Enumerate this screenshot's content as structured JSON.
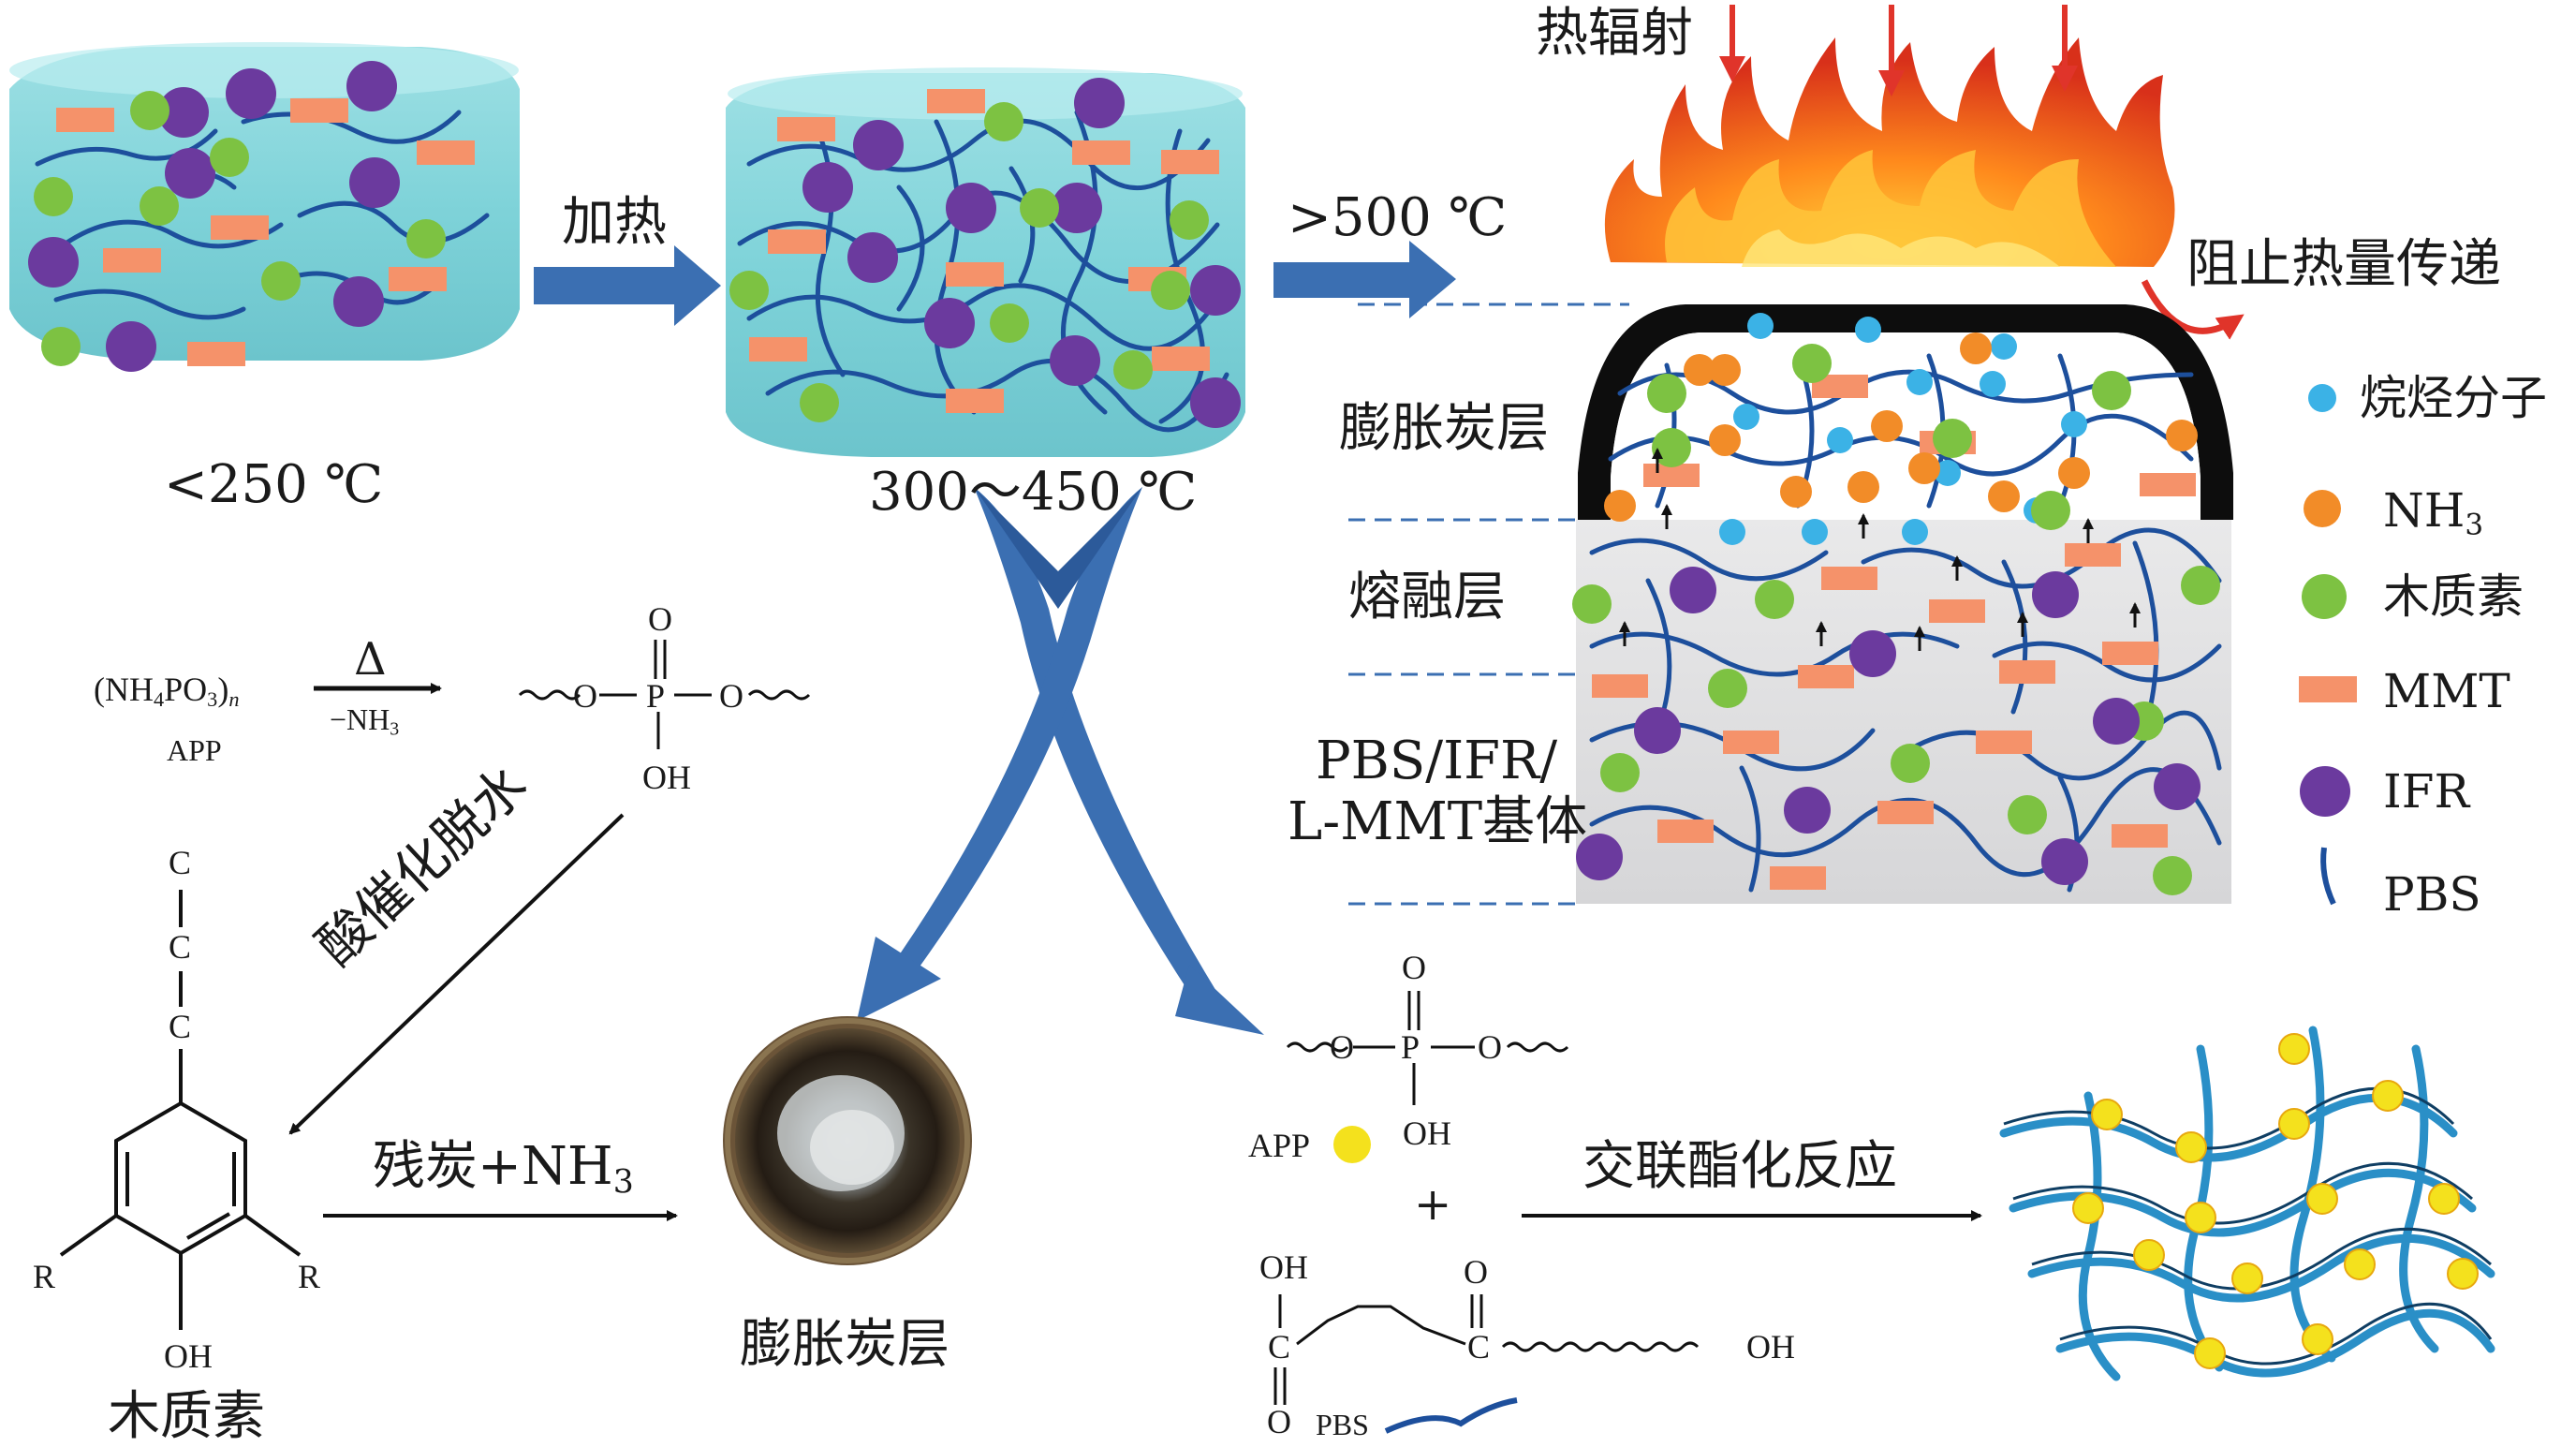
{
  "stages": {
    "stage1_temp": "<250 ℃",
    "stage2_temp": "300～450 ℃",
    "heat_label": "加热",
    "stage3_temp": ">500 ℃"
  },
  "fire": {
    "radiation_label": "热辐射",
    "block_label": "阻止热量传递"
  },
  "layers": {
    "char_layer": "膨胀炭层",
    "melt_layer": "熔融层",
    "matrix_line1": "PBS/IFR/",
    "matrix_line2": "L-MMT基体"
  },
  "legend": {
    "alkane": "烷烃分子",
    "nh3_main": "NH",
    "nh3_sub": "3",
    "lignin": "木质素",
    "mmt": "MMT",
    "ifr": "IFR",
    "pbs": "PBS"
  },
  "legend_colors": {
    "alkane": "#3bb2e6",
    "nh3": "#f28c28",
    "lignin": "#7dc242",
    "mmt": "#f5926a",
    "ifr": "#6b3a9e",
    "pbs": "#1d4f9c"
  },
  "reaction_app": {
    "formula_a": "(NH",
    "formula_sub1": "4",
    "formula_b": "PO",
    "formula_sub2": "3",
    "formula_c": ")",
    "formula_n": "n",
    "app_name": "APP",
    "delta": "Δ",
    "minus_nh3": "−NH",
    "minus_nh3_sub": "3",
    "o_top": "O",
    "chain_left": "O",
    "p": "P",
    "chain_right": "O",
    "oh": "OH"
  },
  "acid_label": "酸催化脱水",
  "lignin_struct": {
    "c1": "C",
    "c2": "C",
    "c3": "C",
    "r_left": "R",
    "r_right": "R",
    "oh": "OH",
    "name": "木质素"
  },
  "residue_label_main": "残炭+NH",
  "residue_label_sub": "3",
  "char_photo_label": "膨胀炭层",
  "crosslink": {
    "o_top": "O",
    "o_left": "O",
    "p": "P",
    "o_right": "O",
    "oh": "OH",
    "app": "APP",
    "plus": "+",
    "arrow_label": "交联酯化反应",
    "pbs_oh_top": "OH",
    "pbs_c1": "C",
    "pbs_o_bottom": "O",
    "pbs_o_top2": "O",
    "pbs_c2": "C",
    "pbs_oh_end": "OH",
    "pbs_name": "PBS"
  }
}
